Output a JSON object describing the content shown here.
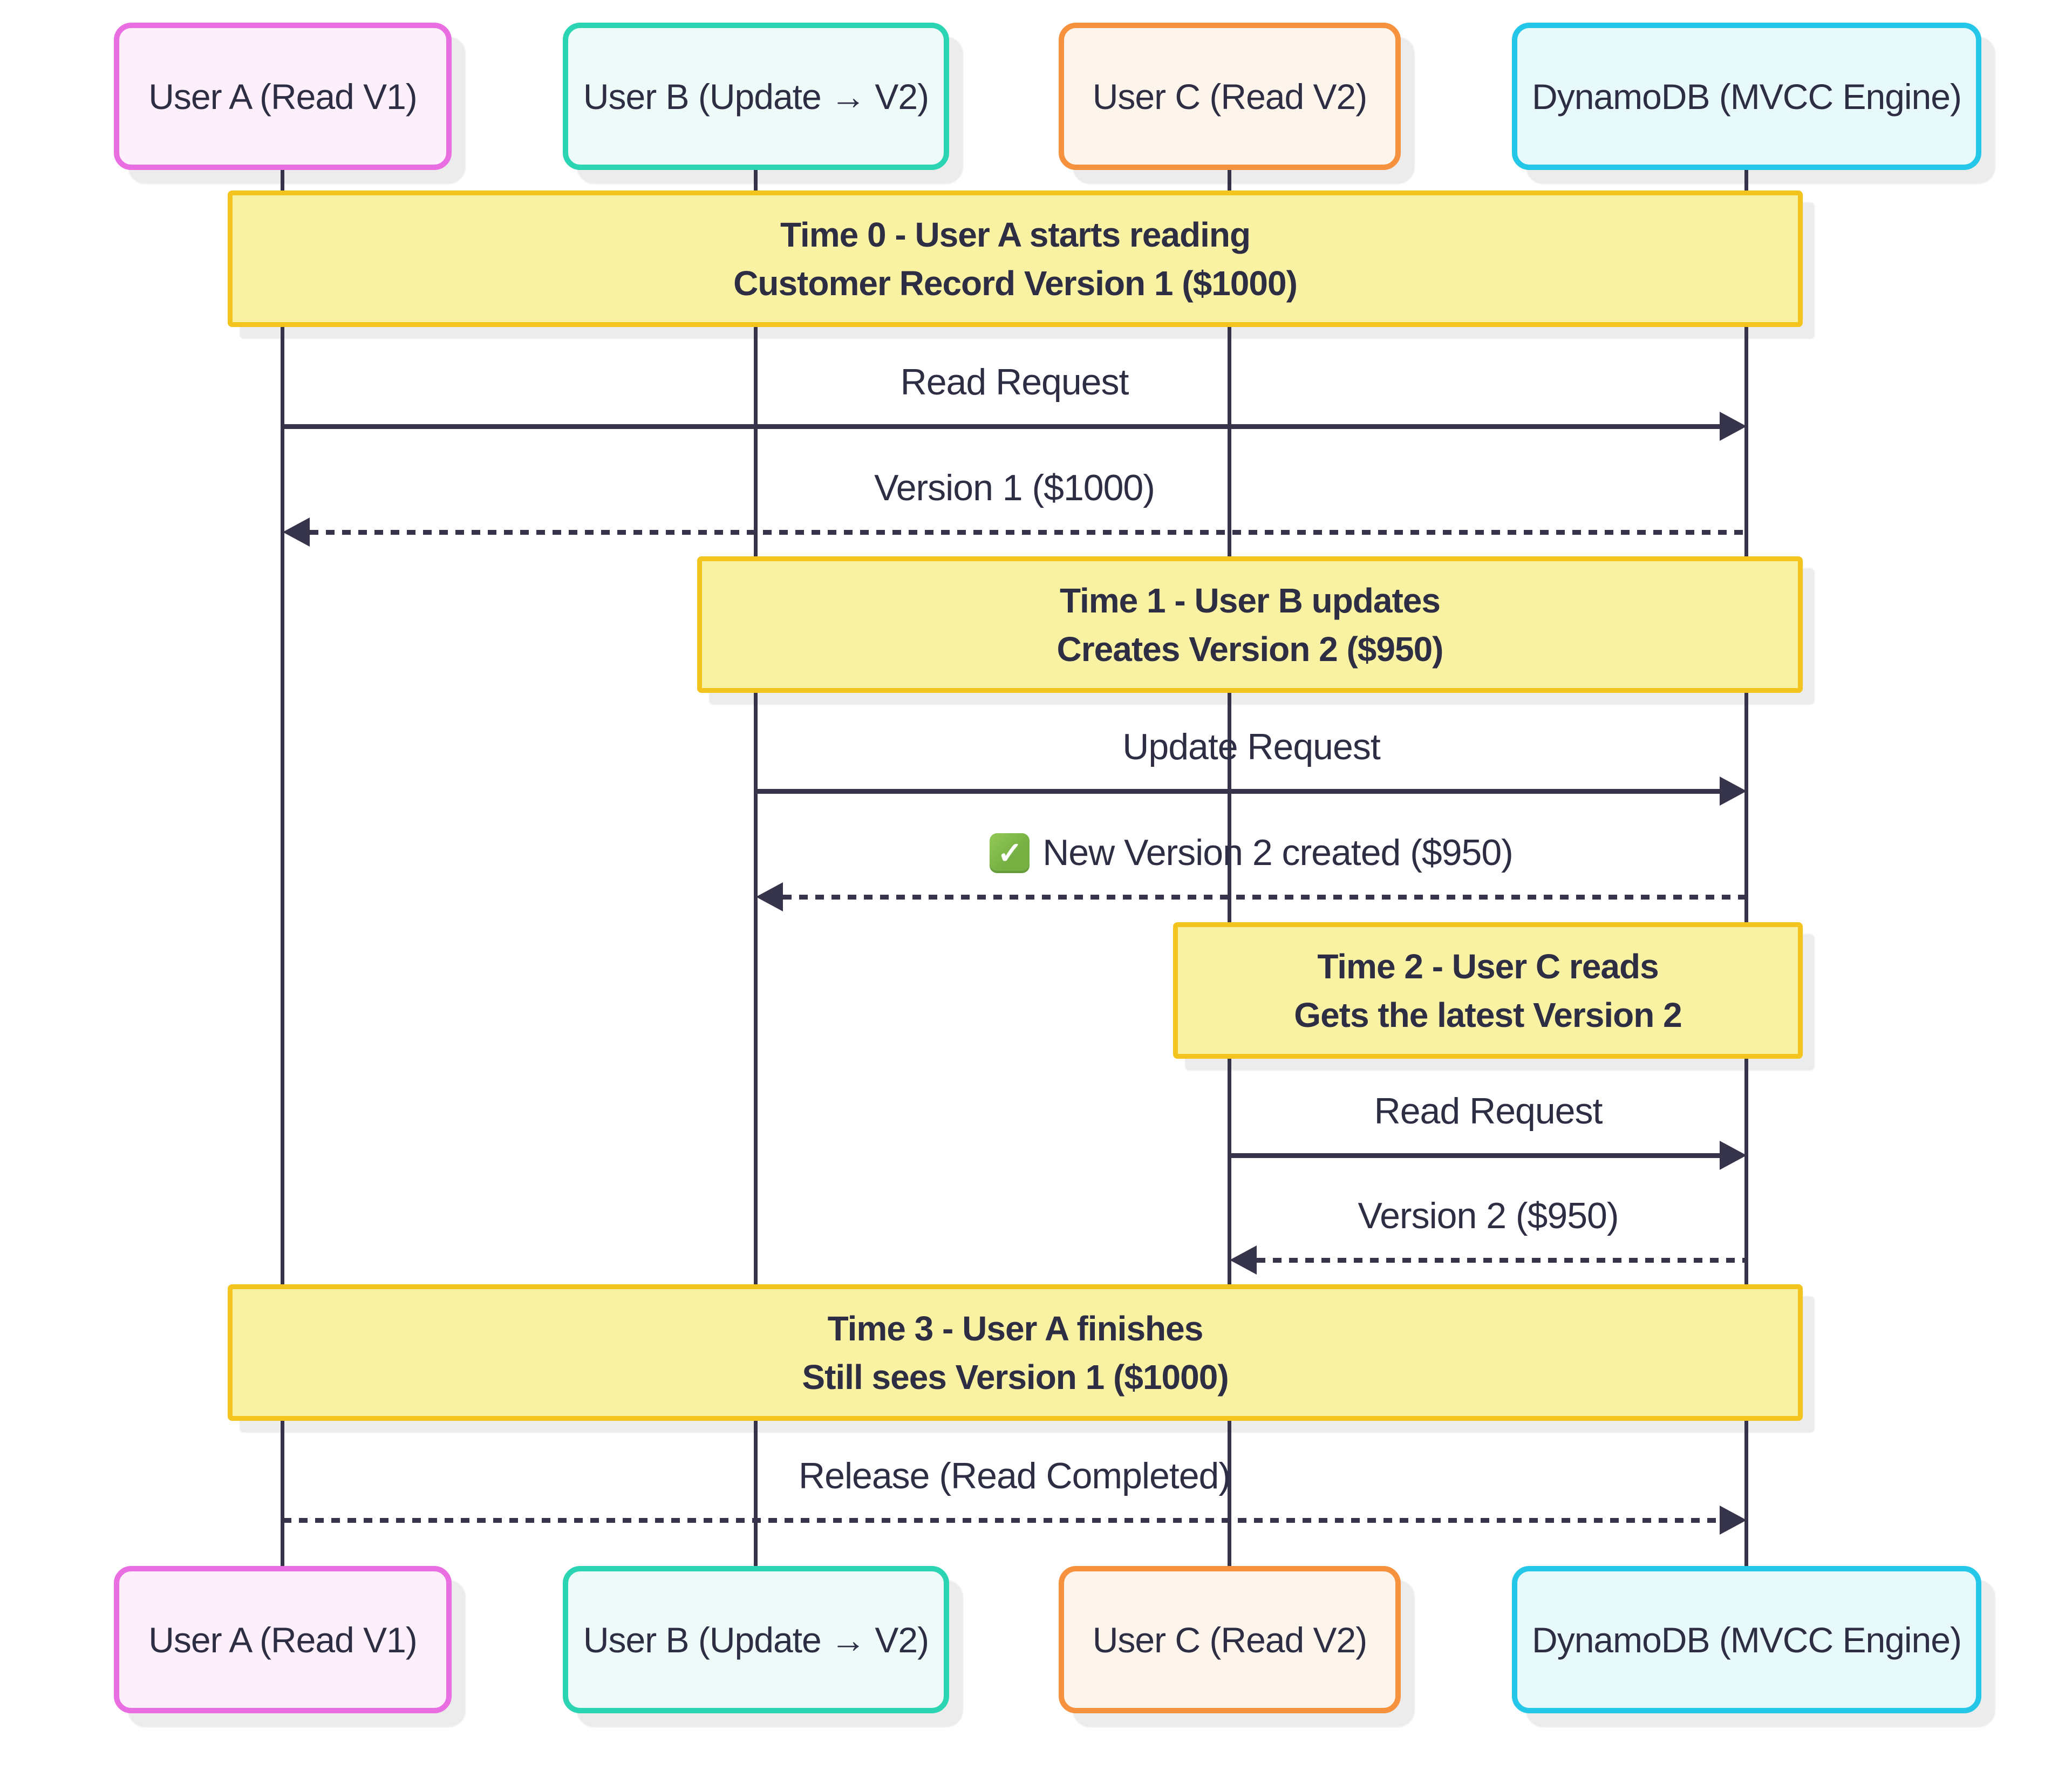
{
  "diagram_type": "sequence-diagram",
  "theme": {
    "background": "#ffffff",
    "text": "#2d2d44",
    "line": "#35344b",
    "note-fill": "#faf2a3",
    "note-border": "#f2c41d",
    "check": "#76b043"
  },
  "participants": [
    {
      "id": "user-a",
      "label": "User A (Read V1)",
      "border": "#e86ee2",
      "fill": "#fdf0fa"
    },
    {
      "id": "user-b",
      "label": "User B (Update → V2)",
      "border": "#2bd4b2",
      "fill": "#eefaf7"
    },
    {
      "id": "user-c",
      "label": "User C (Read V2)",
      "border": "#f6913e",
      "fill": "#fdf4ec"
    },
    {
      "id": "dynamodb",
      "label": "DynamoDB (MVCC Engine)",
      "border": "#24c7e7",
      "fill": "#e8f9fc"
    }
  ],
  "notes": [
    {
      "line1": "Time 0 - User A starts reading",
      "line2": "Customer Record Version 1 ($1000)"
    },
    {
      "line1": "Time 1 - User B updates",
      "line2": "Creates Version 2 ($950)"
    },
    {
      "line1": "Time 2 - User C reads",
      "line2": "Gets the latest Version 2"
    },
    {
      "line1": "Time 3 - User A finishes",
      "line2": "Still sees Version 1 ($1000)"
    }
  ],
  "messages": [
    {
      "from": "user-a",
      "to": "dynamodb",
      "style": "solid",
      "label": "Read Request"
    },
    {
      "from": "dynamodb",
      "to": "user-a",
      "style": "dashed",
      "label": "Version 1 ($1000)"
    },
    {
      "from": "user-b",
      "to": "dynamodb",
      "style": "solid",
      "label": "Update Request"
    },
    {
      "from": "dynamodb",
      "to": "user-b",
      "style": "dashed",
      "label": "New Version 2 created ($950)",
      "icon": "check-emoji"
    },
    {
      "from": "user-c",
      "to": "dynamodb",
      "style": "solid",
      "label": "Read Request"
    },
    {
      "from": "dynamodb",
      "to": "user-c",
      "style": "dashed",
      "label": "Version 2 ($950)"
    },
    {
      "from": "user-a",
      "to": "dynamodb",
      "style": "dashed",
      "label": "Release (Read Completed)"
    }
  ],
  "icons": {
    "check_glyph": "✓"
  }
}
